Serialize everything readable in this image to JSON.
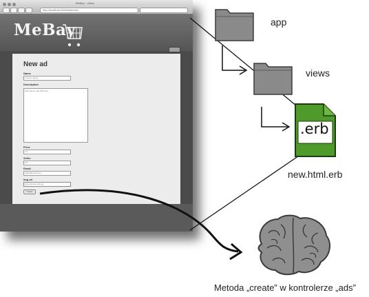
{
  "browser": {
    "window_title": "MeBay :: views",
    "url": "http://localhost:3000/ads/new",
    "logo": "MeBay",
    "form": {
      "heading": "New ad",
      "fields": [
        {
          "label": "Name",
          "value": "Lucerne Apple"
        },
        {
          "label": "Description",
          "value": "Sold phone with MP lines"
        },
        {
          "label": "Price",
          "value": "1.5"
        },
        {
          "label": "Seller",
          "value": "2.3"
        },
        {
          "label": "Email",
          "value": "seller@email.com"
        },
        {
          "label": "Img url",
          "value": "www.picsocom/1.jpg"
        }
      ],
      "submit": "Create"
    }
  },
  "diagram": {
    "folder_app": "app",
    "folder_views": "views",
    "file_ext": ".erb",
    "file_name": "new.html.erb",
    "brain_caption": "Metoda „create” w kontrolerze „ads”"
  },
  "colors": {
    "folder_fill": "#8a8a8a",
    "file_fill": "#4f9a2a",
    "brain_fill": "#8f8f8f"
  }
}
